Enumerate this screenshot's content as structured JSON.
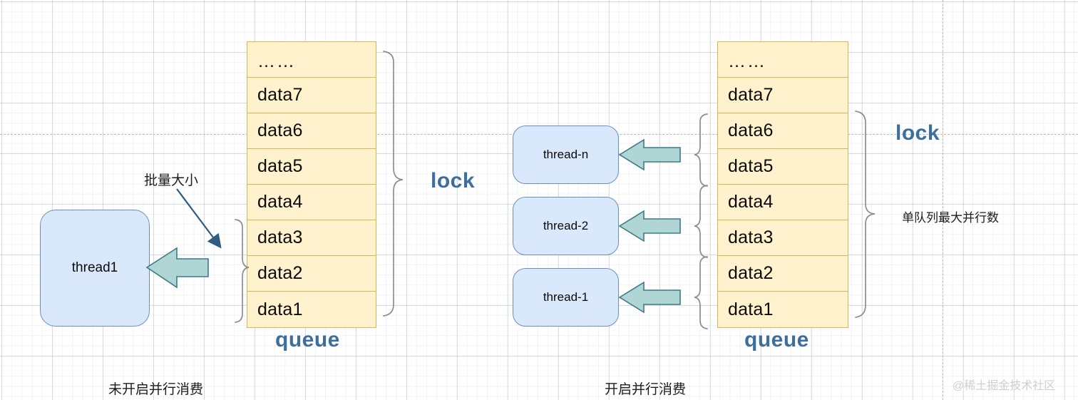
{
  "diagram": {
    "title_left": "未开启并行消费",
    "title_right": "开启并行消费",
    "watermark": "@稀土掘金技术社区",
    "colors": {
      "queue_fill": "#fff2cc",
      "queue_border": "#d6b656",
      "thread_fill": "#dae8fc",
      "thread_border": "#6c8ebf",
      "arrow_fill": "#b0d5d5",
      "arrow_border": "#3d7a85",
      "caption_blue": "#3d6f9e",
      "brace_gray": "#888888",
      "annotation_arrow": "#2f5d82"
    }
  },
  "left_panel": {
    "queue": {
      "label": "queue",
      "cells": [
        "……",
        "data7",
        "data6",
        "data5",
        "data4",
        "data3",
        "data2",
        "data1"
      ]
    },
    "thread": {
      "label": "thread1"
    },
    "lock_label": "lock",
    "batch_label": "批量大小",
    "caption": "未开启并行消费"
  },
  "right_panel": {
    "queue": {
      "label": "queue",
      "cells": [
        "……",
        "data7",
        "data6",
        "data5",
        "data4",
        "data3",
        "data2",
        "data1"
      ]
    },
    "threads": [
      {
        "label": "thread-n"
      },
      {
        "label": "thread-2"
      },
      {
        "label": "thread-1"
      }
    ],
    "lock_label": "lock",
    "parallel_label": "单队列最大并行数",
    "caption": "开启并行消费"
  }
}
